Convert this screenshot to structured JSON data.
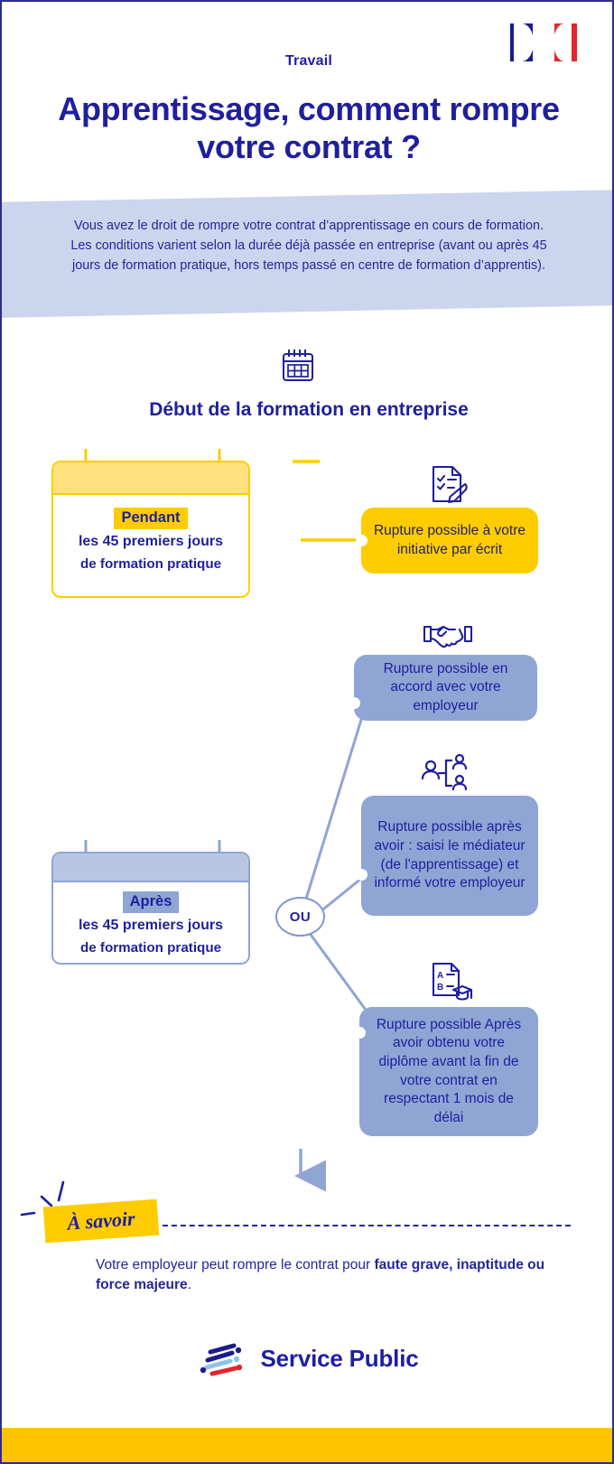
{
  "header": {
    "kicker": "Travail",
    "title": "Apprentissage, comment rompre votre contrat ?",
    "flag_alt": "french-republic-flag"
  },
  "intro": {
    "text": "Vous avez le droit de rompre votre contrat d’apprentissage en cours de formation. Les conditions varient selon la durée déjà passée en entreprise (avant ou après 45 jours de formation pratique, hors temps passé en centre de formation d’apprentis)."
  },
  "section": {
    "heading": "Début de la formation en entreprise",
    "icon": "calendar-icon"
  },
  "periods": [
    {
      "chip": "Pendant",
      "line1": "les 45 premiers jours",
      "line2": "de formation pratique",
      "style": "yellow"
    },
    {
      "chip": "Après",
      "line1": "les 45 premiers jours",
      "line2": "de formation pratique",
      "style": "blue"
    }
  ],
  "connector": {
    "label": "OU"
  },
  "options": [
    {
      "icon": "document-checklist-pen-icon",
      "text": "Rupture possible à votre initiative par écrit",
      "style": "yellow"
    },
    {
      "icon": "handshake-icon",
      "text": "Rupture possible en accord avec votre employeur",
      "style": "blue"
    },
    {
      "icon": "mediator-people-icon",
      "text": "Rupture possible après avoir : saisi le médiateur (de l'apprentissage) et informé votre employeur",
      "style": "blue"
    },
    {
      "icon": "diploma-graduation-icon",
      "text": "Rupture possible Après avoir obtenu votre diplôme avant la fin de votre contrat en respectant 1 mois de délai",
      "style": "blue"
    }
  ],
  "note": {
    "badge": "À savoir",
    "text_before": "Votre employeur peut rompre le contrat pour ",
    "text_bold": "faute grave, inaptitude ou force majeure",
    "text_after": "."
  },
  "footer": {
    "brand": "Service Public",
    "logo": "service-public-logo"
  },
  "colors": {
    "ink_blue": "#1f1f9e",
    "accent_yellow": "#ffcc00",
    "soft_blue": "#8fa5d4",
    "band_blue": "#ccd5ee",
    "flag_red": "#e2262c",
    "bottom_bar": "#ffc400"
  }
}
